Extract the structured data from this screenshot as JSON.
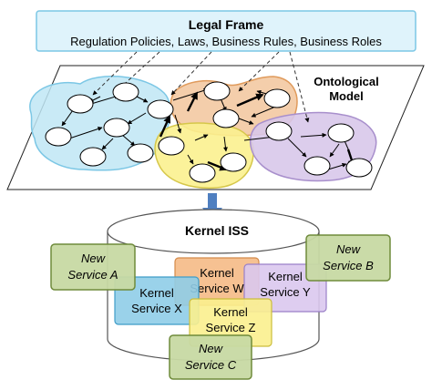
{
  "legal_frame": {
    "title": "Legal Frame",
    "subtitle": "Regulation Policies, Laws, Business Rules, Business Roles"
  },
  "ontology": {
    "label_line1": "Ontological",
    "label_line2": "Model"
  },
  "kernel": {
    "label": "Kernel ISS"
  },
  "services": {
    "new_a": {
      "line1": "New",
      "line2": "Service A"
    },
    "new_b": {
      "line1": "New",
      "line2": "Service B"
    },
    "new_c": {
      "line1": "New",
      "line2": "Service C"
    },
    "kernel_w": {
      "line1": "Kernel",
      "line2": "Service W"
    },
    "kernel_x": {
      "line1": "Kernel",
      "line2": "Service X"
    },
    "kernel_y": {
      "line1": "Kernel",
      "line2": "Service Y"
    },
    "kernel_z": {
      "line1": "Kernel",
      "line2": "Service Z"
    }
  },
  "colors": {
    "legal_fill": "#dff3fb",
    "legal_stroke": "#7cc7e5",
    "region_blue": "#bfe6f5",
    "region_orange": "#f3c9a2",
    "region_yellow": "#fbf18f",
    "region_purple": "#d8c8ea",
    "new_service": "#c7d9a3",
    "new_service_stroke": "#6f8b3b",
    "kernel_w": "#f5ba86",
    "kernel_x": "#8fcde8",
    "kernel_y": "#dac8ee",
    "kernel_z": "#fbf08e",
    "arrow": "#4f7fc0"
  }
}
